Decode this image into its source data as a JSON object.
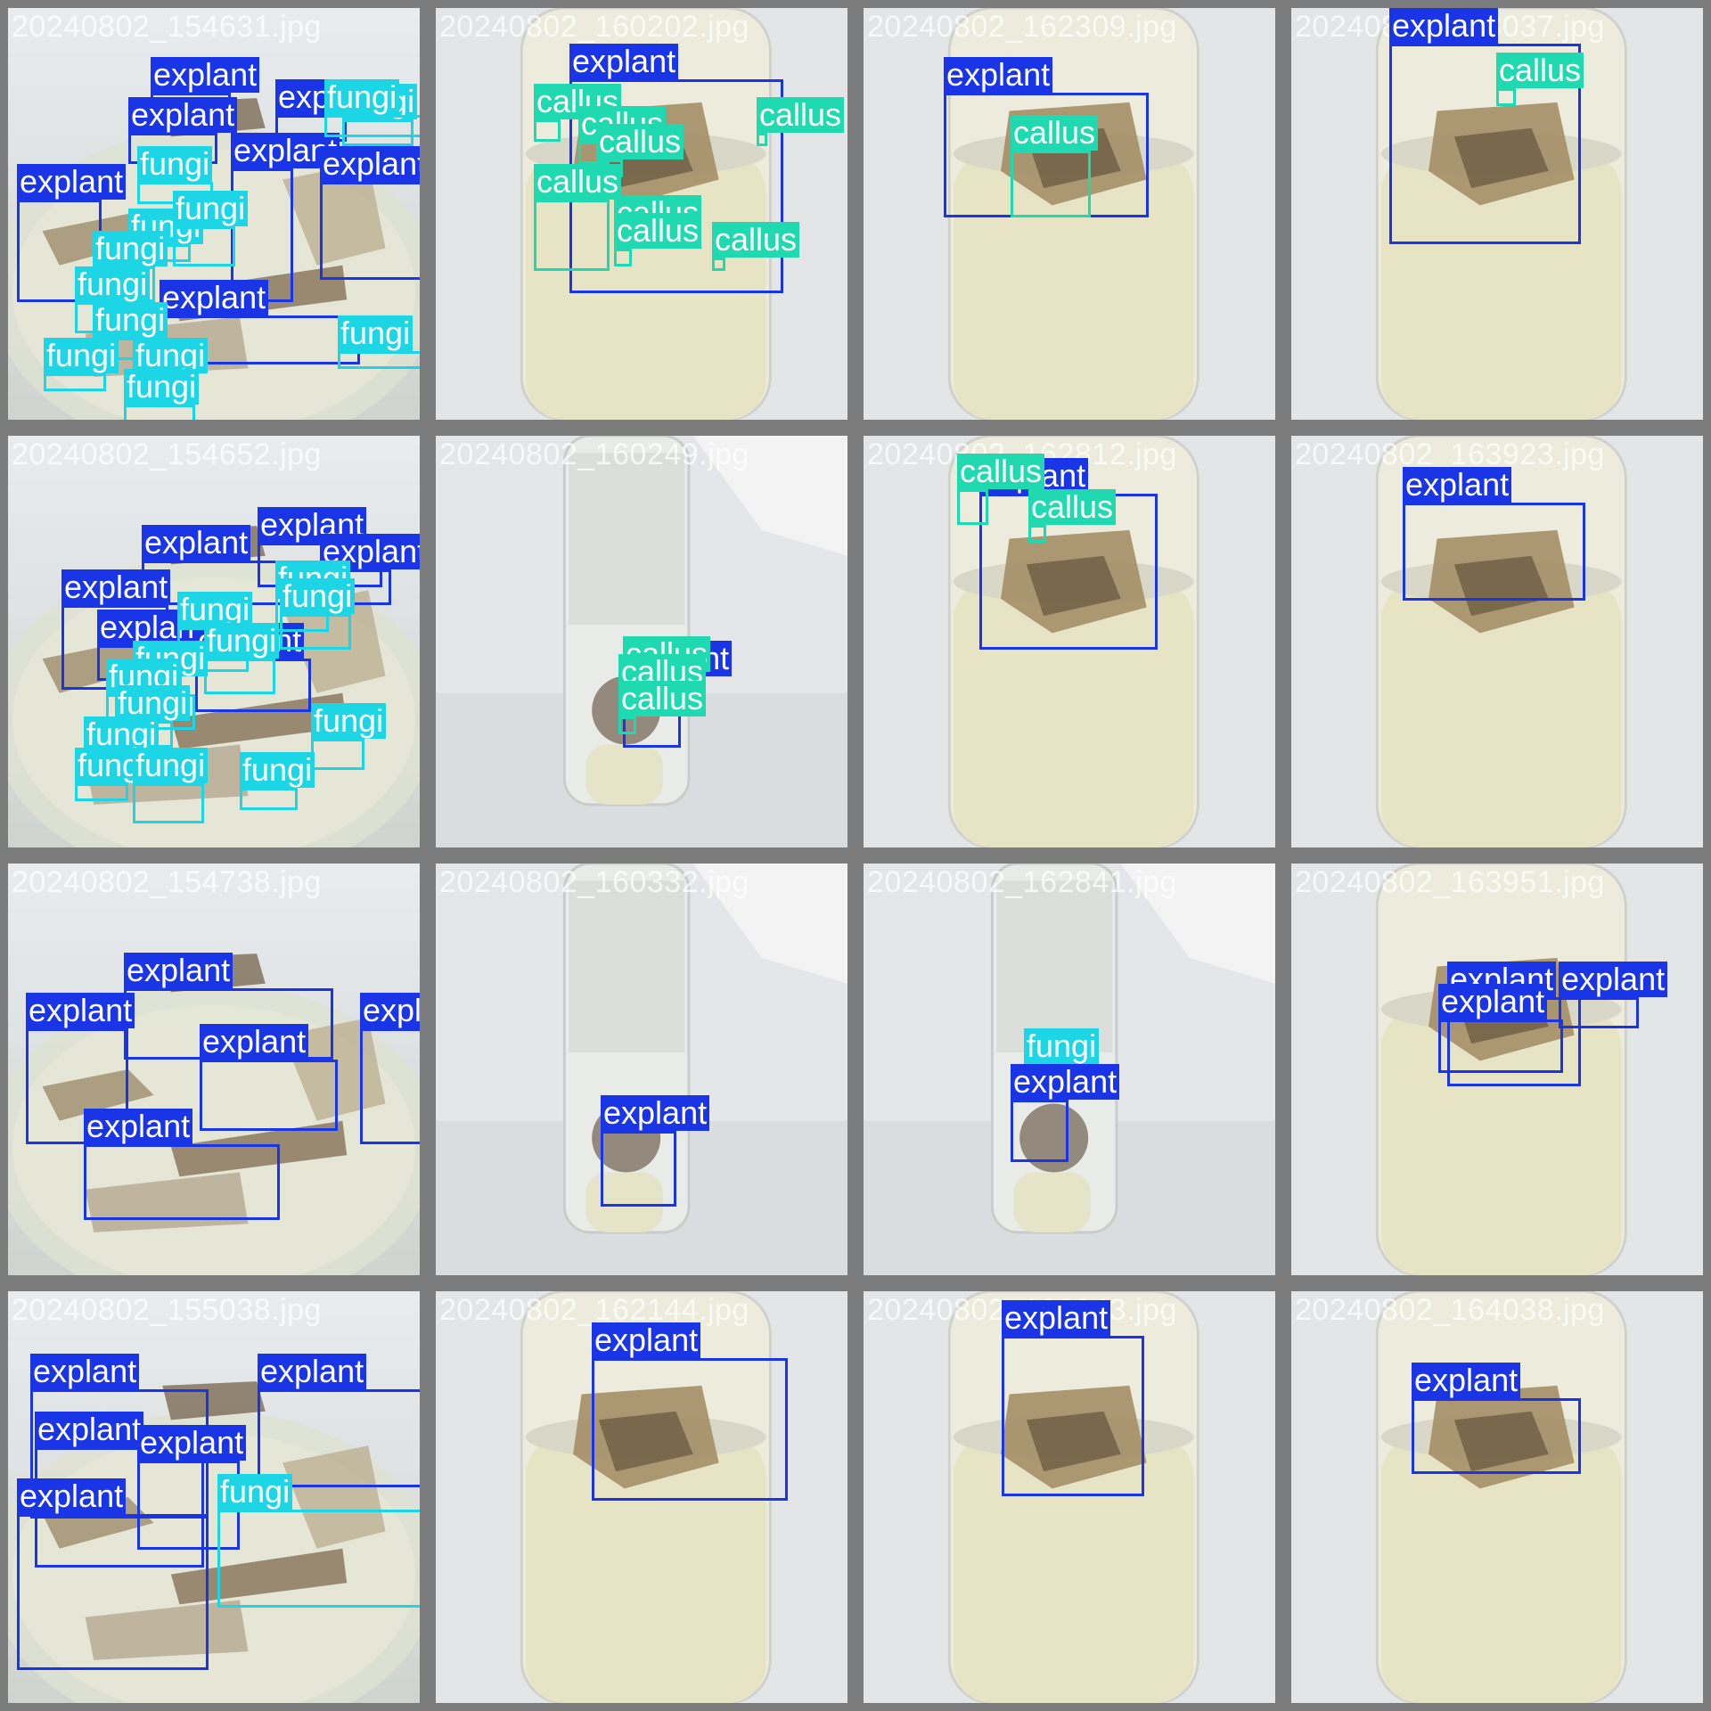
{
  "colors": {
    "explant": "#1a35e6",
    "callus": "#1fd9b0",
    "fungi": "#1cd6e6",
    "frame": "#7c7c7c"
  },
  "tiles": [
    {
      "filename": "20240802_154631.jpg",
      "scene": "dish",
      "detections": [
        {
          "label": "explant"
        },
        {
          "label": "explant"
        },
        {
          "label": "explant"
        },
        {
          "label": "explant"
        },
        {
          "label": "explant"
        },
        {
          "label": "explant"
        },
        {
          "label": "explant"
        },
        {
          "label": "fungi"
        },
        {
          "label": "fungi"
        },
        {
          "label": "fungi"
        },
        {
          "label": "fungi"
        },
        {
          "label": "fungi"
        },
        {
          "label": "fungi"
        },
        {
          "label": "fungi"
        },
        {
          "label": "fungi"
        },
        {
          "label": "fungi"
        },
        {
          "label": "fungi"
        },
        {
          "label": "fungi"
        },
        {
          "label": "fungi"
        }
      ]
    },
    {
      "filename": "20240802_160202.jpg",
      "scene": "beaker",
      "detections": [
        {
          "label": "explant"
        },
        {
          "label": "callus"
        },
        {
          "label": "callus"
        },
        {
          "label": "callus"
        },
        {
          "label": "callus"
        },
        {
          "label": "callus"
        },
        {
          "label": "callus"
        },
        {
          "label": "callus"
        },
        {
          "label": "callus"
        }
      ]
    },
    {
      "filename": "20240802_162309.jpg",
      "scene": "beaker",
      "detections": [
        {
          "label": "explant"
        },
        {
          "label": "callus"
        }
      ]
    },
    {
      "filename": "20240802_163037.jpg",
      "scene": "beaker",
      "detections": [
        {
          "label": "explant"
        },
        {
          "label": "callus"
        }
      ]
    },
    {
      "filename": "20240802_154652.jpg",
      "scene": "dish",
      "detections": [
        {
          "label": "explant"
        },
        {
          "label": "explant"
        },
        {
          "label": "explant"
        },
        {
          "label": "explant"
        },
        {
          "label": "explant"
        },
        {
          "label": "explant"
        },
        {
          "label": "fungi"
        },
        {
          "label": "fungi"
        },
        {
          "label": "fungi"
        },
        {
          "label": "fungi"
        },
        {
          "label": "fungi"
        },
        {
          "label": "fungi"
        },
        {
          "label": "fungi"
        },
        {
          "label": "fungi"
        },
        {
          "label": "fungi"
        },
        {
          "label": "fungi"
        },
        {
          "label": "fungi"
        },
        {
          "label": "fungi"
        }
      ]
    },
    {
      "filename": "20240802_160249.jpg",
      "scene": "tube",
      "detections": [
        {
          "label": "explant"
        },
        {
          "label": "callus"
        },
        {
          "label": "callus"
        },
        {
          "label": "callus"
        }
      ]
    },
    {
      "filename": "20240802_162812.jpg",
      "scene": "beaker",
      "detections": [
        {
          "label": "explant"
        },
        {
          "label": "callus"
        },
        {
          "label": "callus"
        }
      ]
    },
    {
      "filename": "20240802_163923.jpg",
      "scene": "beaker",
      "detections": [
        {
          "label": "explant"
        }
      ]
    },
    {
      "filename": "20240802_154738.jpg",
      "scene": "dish",
      "detections": [
        {
          "label": "explant"
        },
        {
          "label": "explant"
        },
        {
          "label": "explant"
        },
        {
          "label": "explant"
        },
        {
          "label": "explant"
        }
      ]
    },
    {
      "filename": "20240802_160332.jpg",
      "scene": "tube",
      "detections": [
        {
          "label": "explant"
        }
      ]
    },
    {
      "filename": "20240802_162841.jpg",
      "scene": "tube",
      "detections": [
        {
          "label": "fungi"
        },
        {
          "label": "explant"
        }
      ]
    },
    {
      "filename": "20240802_163951.jpg",
      "scene": "beaker",
      "detections": [
        {
          "label": "explant"
        },
        {
          "label": "explant"
        },
        {
          "label": "explant"
        }
      ]
    },
    {
      "filename": "20240802_155038.jpg",
      "scene": "dish",
      "detections": [
        {
          "label": "explant"
        },
        {
          "label": "explant"
        },
        {
          "label": "explant"
        },
        {
          "label": "explant"
        },
        {
          "label": "explant"
        },
        {
          "label": "fungi"
        }
      ]
    },
    {
      "filename": "20240802_162144.jpg",
      "scene": "beaker",
      "detections": [
        {
          "label": "explant"
        }
      ]
    },
    {
      "filename": "20240802_162943.jpg",
      "scene": "beaker",
      "detections": [
        {
          "label": "explant"
        }
      ]
    },
    {
      "filename": "20240802_164038.jpg",
      "scene": "beaker",
      "detections": [
        {
          "label": "explant"
        }
      ]
    }
  ]
}
